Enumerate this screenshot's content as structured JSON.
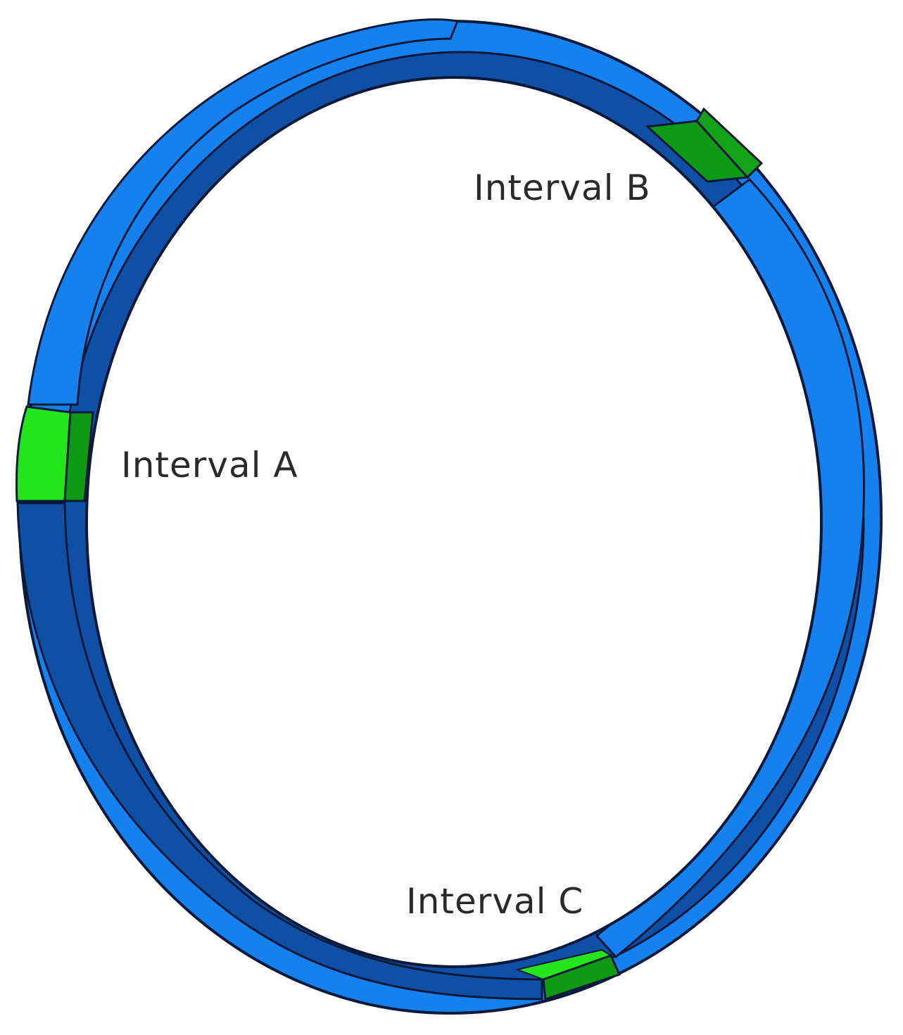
{
  "labels": {
    "interval_a": "Interval A",
    "interval_b": "Interval B",
    "interval_c": "Interval C"
  },
  "colors": {
    "ring_light_blue": "#1581ee",
    "ring_dark_blue": "#0f4fa6",
    "ring_outline": "#0b1a3a",
    "interval_light_green": "#22e51a",
    "interval_dark_green": "#0f9a16",
    "background": "#ffffff"
  }
}
